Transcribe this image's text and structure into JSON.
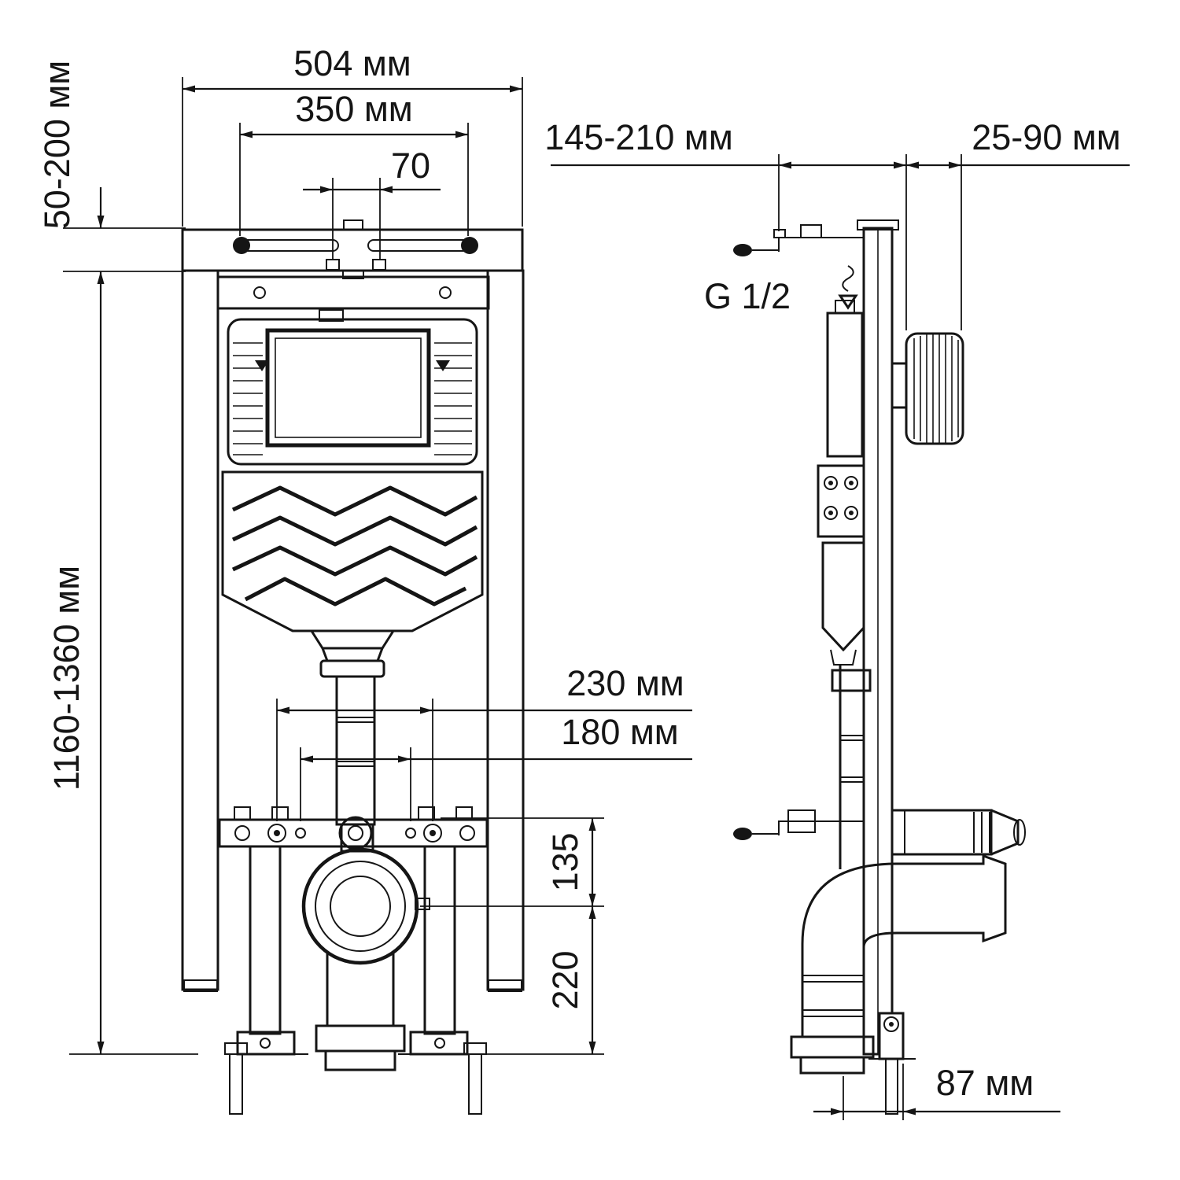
{
  "colors": {
    "line": "#151515",
    "background": "#ffffff"
  },
  "labels": {
    "width_total": "504 мм",
    "width_mount": "350 мм",
    "slot_spacing": "70",
    "top_adjust": "50-200 мм",
    "frame_height": "1160-1360 мм",
    "depth_adjust": "145-210 мм",
    "button_depth": "25-90 мм",
    "inlet_thread": "G 1/2",
    "span_outer": "230 мм",
    "span_inner": "180 мм",
    "outlet_height": "135",
    "drain_height": "220",
    "drain_offset": "87 мм"
  }
}
